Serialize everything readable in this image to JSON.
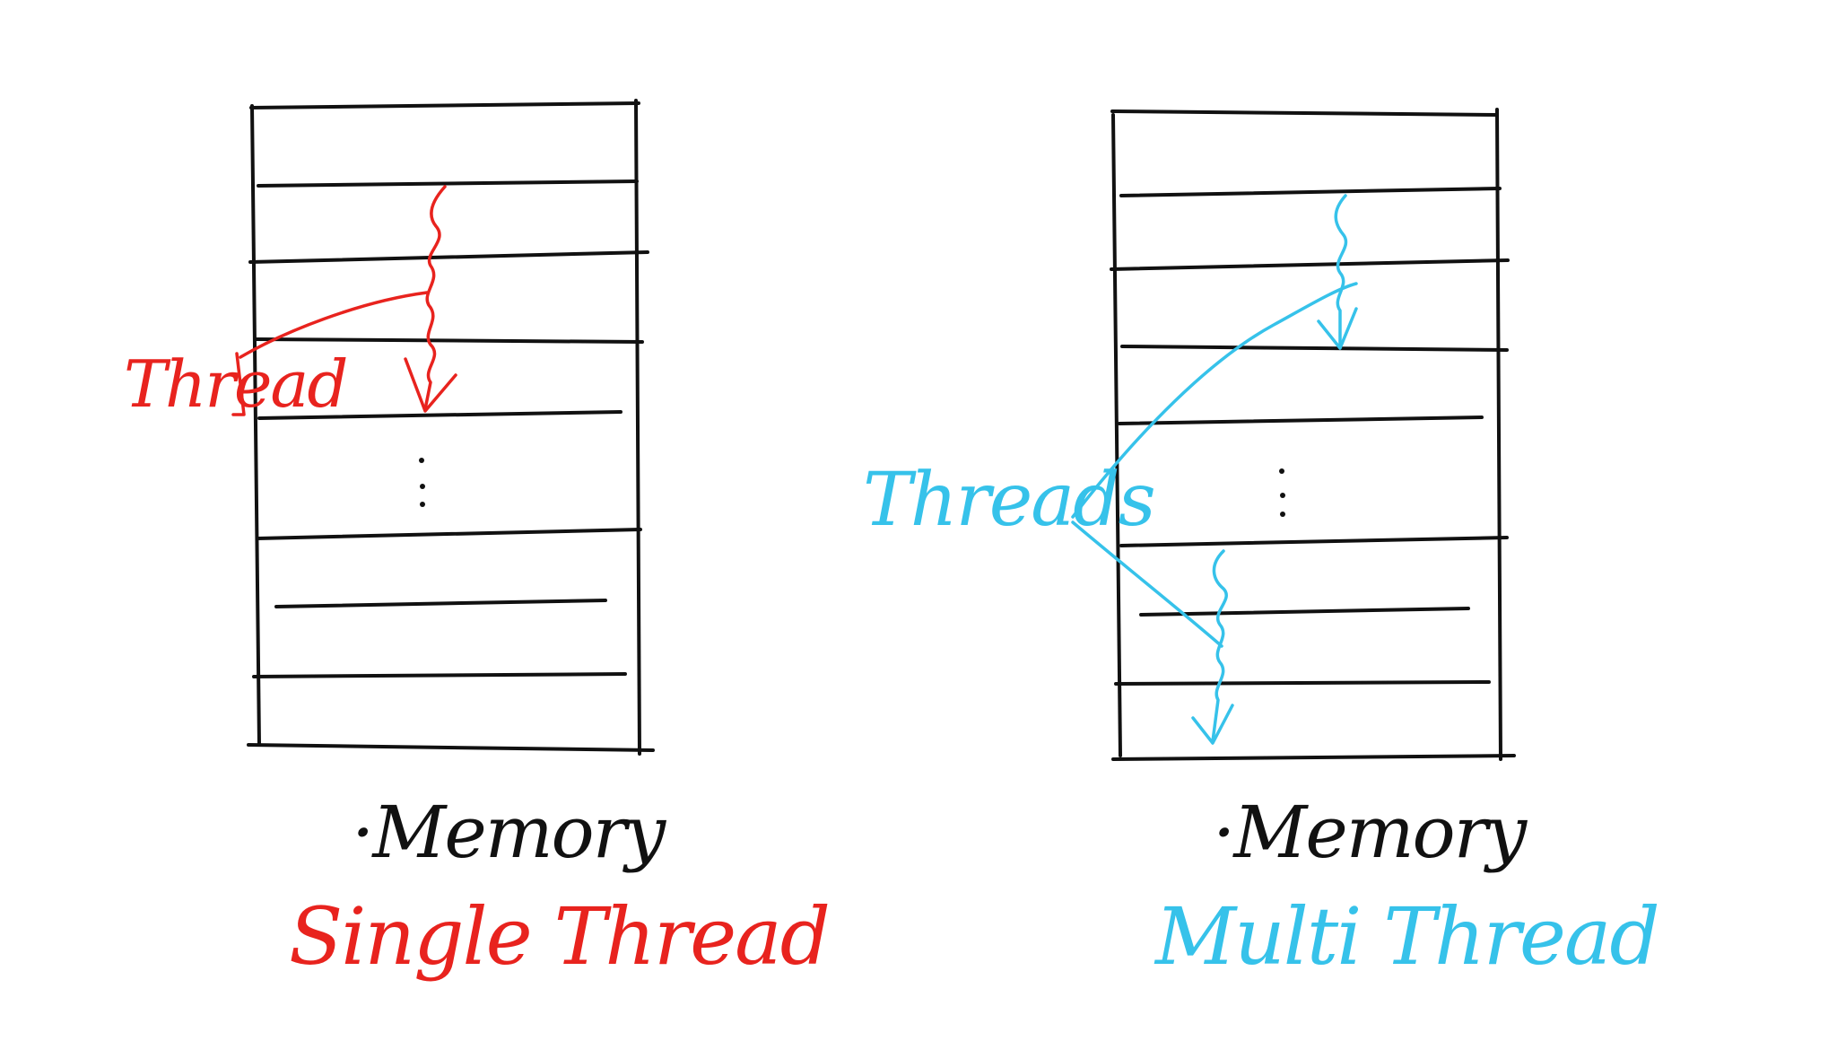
{
  "labels": {
    "single_thread_pointer": "Thread",
    "multi_thread_pointer": "Threads",
    "memory_left": "·Memory",
    "memory_right": "·Memory",
    "title_single": "Single Thread",
    "title_multi": "Multi Thread"
  },
  "colors": {
    "ink": "#111111",
    "single_thread": "#e8231e",
    "multi_thread": "#36c2ea"
  }
}
